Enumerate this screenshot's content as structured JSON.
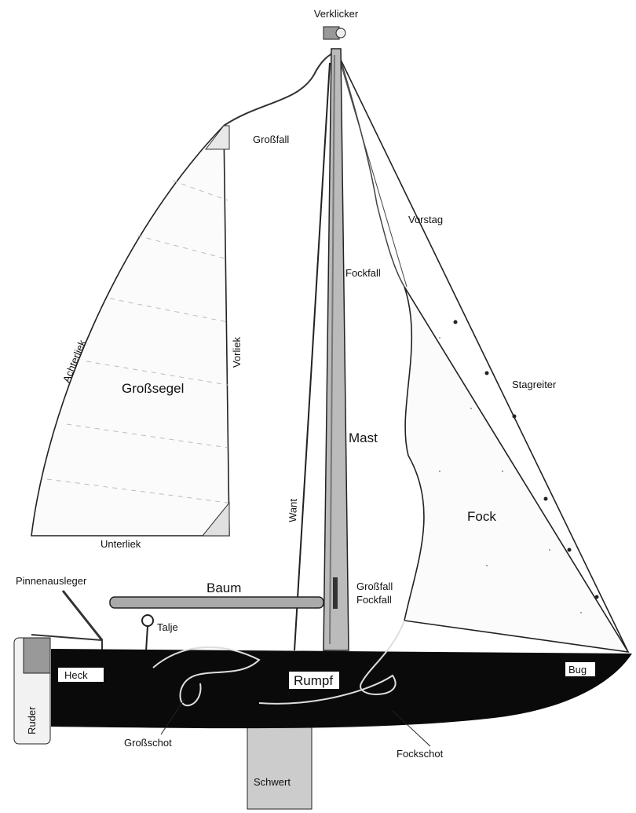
{
  "labels": {
    "verklicker": "Verklicker",
    "grossfall_top": "Großfall",
    "vorstag": "Vorstag",
    "fockfall_top": "Fockfall",
    "achterliek": "Achterliek",
    "vorliek": "Vorliek",
    "grosssegel": "Großsegel",
    "stagreiter": "Stagreiter",
    "mast": "Mast",
    "want": "Want",
    "fock": "Fock",
    "unterliek": "Unterliek",
    "pinnenausleger": "Pinnenausleger",
    "baum": "Baum",
    "grossfall_cleat": "Großfall",
    "fockfall_cleat": "Fockfall",
    "talje": "Talje",
    "heck": "Heck",
    "rumpf": "Rumpf",
    "bug": "Bug",
    "ruder": "Ruder",
    "grossschot": "Großschot",
    "fockschot": "Fockschot",
    "schwert": "Schwert"
  }
}
